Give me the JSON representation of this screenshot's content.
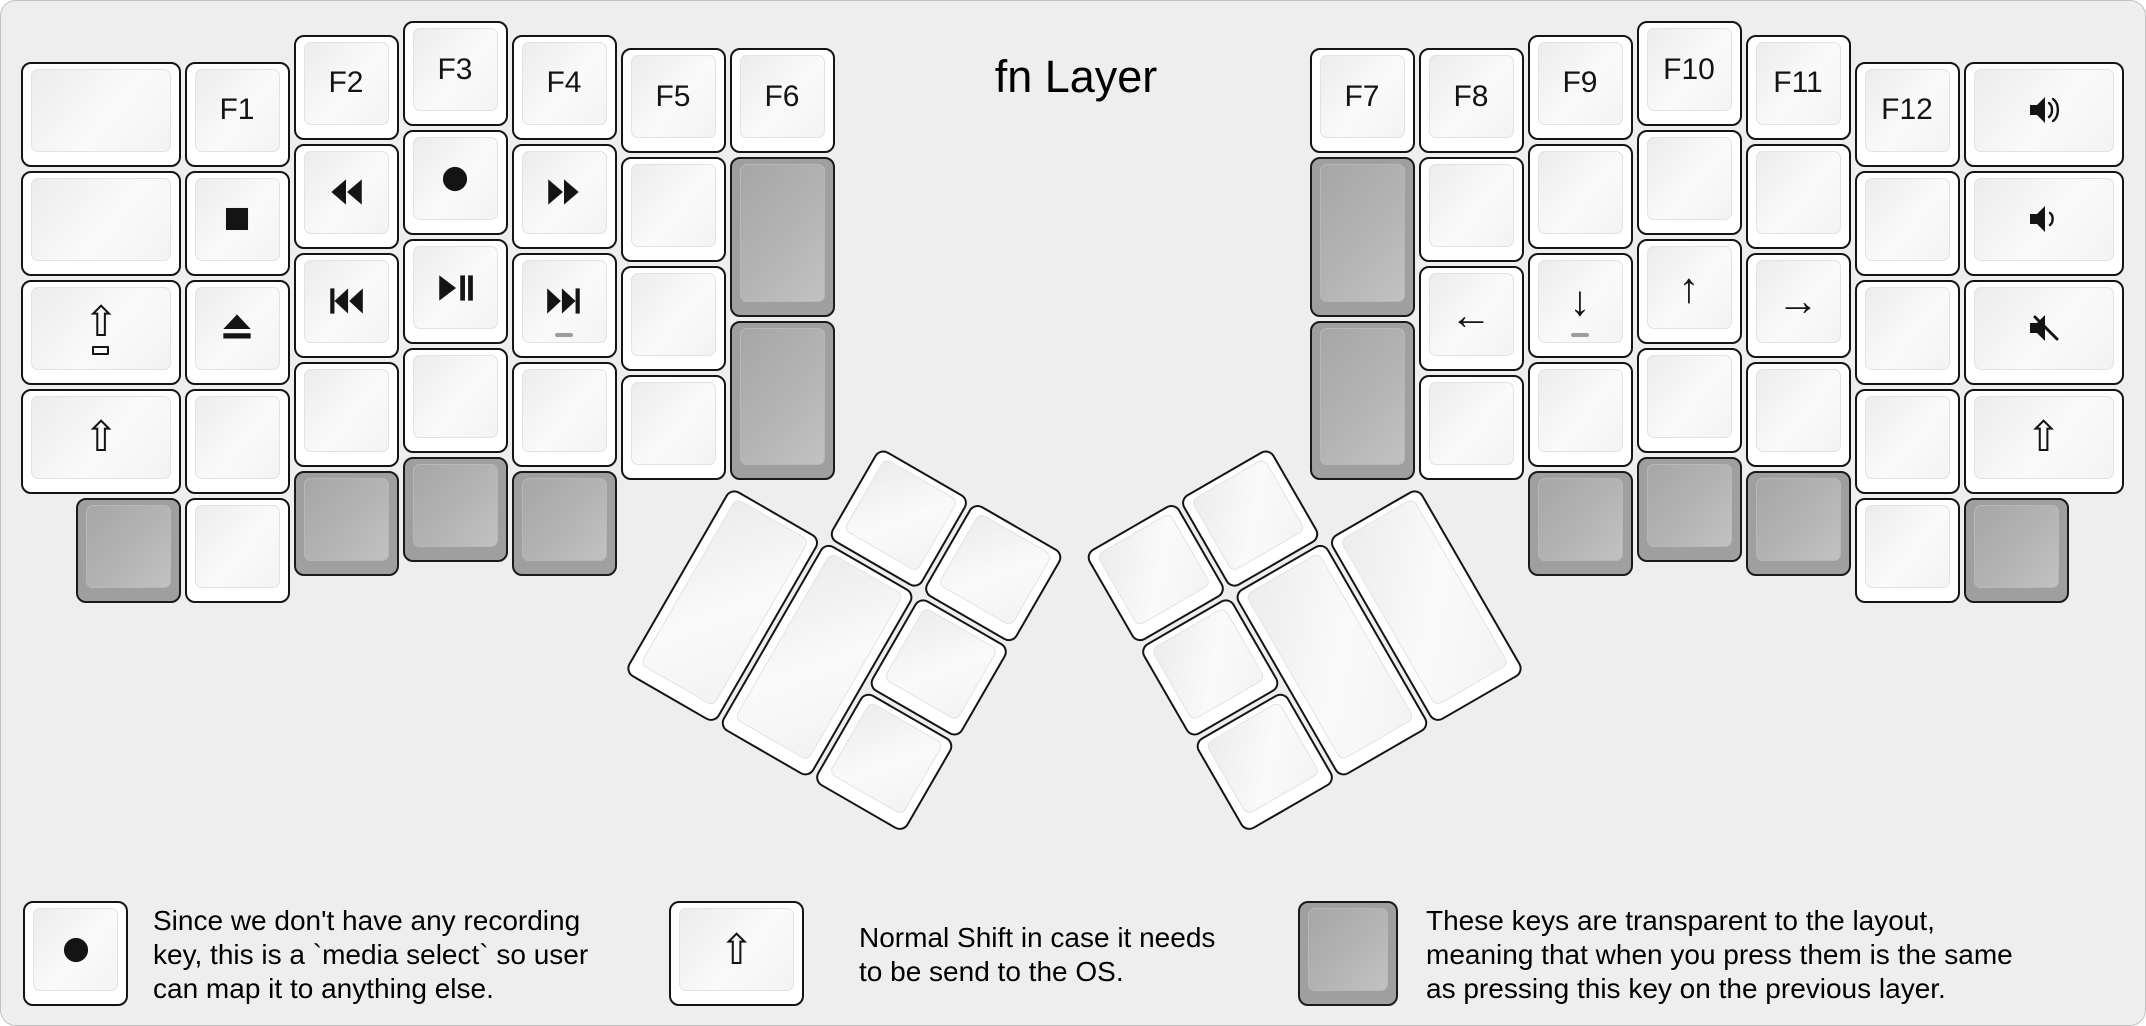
{
  "title": "fn Layer",
  "colors": {
    "background": "#eeeeee",
    "key_white": "#ffffff",
    "key_transparent_gray": "#a6a6a6",
    "key_border": "#141414",
    "text": "#000000"
  },
  "keyboard": {
    "keys": [
      {
        "id": "l-c0-r0",
        "color": "white"
      },
      {
        "id": "l-c0-r1",
        "color": "white"
      },
      {
        "id": "l-c0-r2",
        "icon": "shift-lock-icon",
        "color": "white"
      },
      {
        "id": "l-c0-r3",
        "icon": "shift-icon",
        "color": "white"
      },
      {
        "id": "l-c1-r0",
        "label": "F1",
        "color": "white"
      },
      {
        "id": "l-c1-r1",
        "icon": "stop-icon",
        "color": "white"
      },
      {
        "id": "l-c1-r2",
        "icon": "eject-icon",
        "color": "white"
      },
      {
        "id": "l-c1-r3",
        "color": "white"
      },
      {
        "id": "l-c2-r0",
        "label": "F2",
        "color": "white"
      },
      {
        "id": "l-c2-r1",
        "icon": "rewind-icon",
        "color": "white"
      },
      {
        "id": "l-c2-r2",
        "icon": "previous-track-icon",
        "color": "white"
      },
      {
        "id": "l-c2-r3",
        "color": "white"
      },
      {
        "id": "l-c3-r0",
        "label": "F3",
        "color": "white"
      },
      {
        "id": "l-c3-r1",
        "icon": "record-icon",
        "color": "white"
      },
      {
        "id": "l-c3-r2",
        "icon": "play-pause-icon",
        "color": "white"
      },
      {
        "id": "l-c3-r3",
        "color": "white"
      },
      {
        "id": "l-c4-r0",
        "label": "F4",
        "color": "white"
      },
      {
        "id": "l-c4-r1",
        "icon": "fast-forward-icon",
        "color": "white"
      },
      {
        "id": "l-c4-r2",
        "icon": "next-track-icon",
        "color": "white",
        "homing": true
      },
      {
        "id": "l-c4-r3",
        "color": "white"
      },
      {
        "id": "l-c5-r0",
        "label": "F5",
        "color": "white"
      },
      {
        "id": "l-c5-r1",
        "color": "white"
      },
      {
        "id": "l-c5-r2",
        "color": "white"
      },
      {
        "id": "l-c5-r3",
        "color": "white"
      },
      {
        "id": "l-c6-r0",
        "label": "F6",
        "color": "white"
      },
      {
        "id": "l-c6-g1",
        "color": "gray"
      },
      {
        "id": "l-c6-g2",
        "color": "gray"
      },
      {
        "id": "l-b0",
        "color": "gray"
      },
      {
        "id": "l-b1",
        "color": "white"
      },
      {
        "id": "l-b2",
        "color": "gray"
      },
      {
        "id": "l-b3",
        "color": "gray"
      },
      {
        "id": "l-b4",
        "color": "gray"
      },
      {
        "id": "r-c0-r0",
        "label": "F7",
        "color": "white"
      },
      {
        "id": "r-c0-g1",
        "color": "gray"
      },
      {
        "id": "r-c0-g2",
        "color": "gray"
      },
      {
        "id": "r-c1-r0",
        "label": "F8",
        "color": "white"
      },
      {
        "id": "r-c1-r1",
        "color": "white"
      },
      {
        "id": "r-c1-r2",
        "icon": "arrow-left-icon",
        "color": "white"
      },
      {
        "id": "r-c1-r3",
        "color": "white"
      },
      {
        "id": "r-c2-r0",
        "label": "F9",
        "color": "white"
      },
      {
        "id": "r-c2-r1",
        "color": "white"
      },
      {
        "id": "r-c2-r2",
        "icon": "arrow-down-icon",
        "color": "white",
        "homing": true
      },
      {
        "id": "r-c2-r3",
        "color": "white"
      },
      {
        "id": "r-c3-r0",
        "label": "F10",
        "color": "white"
      },
      {
        "id": "r-c3-r1",
        "color": "white"
      },
      {
        "id": "r-c3-r2",
        "icon": "arrow-up-icon",
        "color": "white"
      },
      {
        "id": "r-c3-r3",
        "color": "white"
      },
      {
        "id": "r-c4-r0",
        "label": "F11",
        "color": "white"
      },
      {
        "id": "r-c4-r1",
        "color": "white"
      },
      {
        "id": "r-c4-r2",
        "icon": "arrow-right-icon",
        "color": "white"
      },
      {
        "id": "r-c4-r3",
        "color": "white"
      },
      {
        "id": "r-c5-r0",
        "label": "F12",
        "color": "white"
      },
      {
        "id": "r-c5-r1",
        "color": "white"
      },
      {
        "id": "r-c5-r2",
        "color": "white"
      },
      {
        "id": "r-c5-r3",
        "color": "white"
      },
      {
        "id": "r-c6-r0",
        "icon": "volume-up-icon",
        "color": "white"
      },
      {
        "id": "r-c6-r1",
        "icon": "volume-down-icon",
        "color": "white"
      },
      {
        "id": "r-c6-r2",
        "icon": "mute-icon",
        "color": "white"
      },
      {
        "id": "r-c6-r3",
        "icon": "shift-icon",
        "color": "white"
      },
      {
        "id": "r-b0",
        "color": "gray"
      },
      {
        "id": "r-b1",
        "color": "gray"
      },
      {
        "id": "r-b2",
        "color": "gray"
      },
      {
        "id": "r-b3",
        "color": "white"
      },
      {
        "id": "r-b4",
        "color": "gray"
      }
    ],
    "thumb_keys": [
      {
        "id": "lt-1",
        "color": "white"
      },
      {
        "id": "lt-2",
        "color": "white"
      },
      {
        "id": "lt-3",
        "color": "white"
      },
      {
        "id": "lt-4",
        "color": "white"
      },
      {
        "id": "lt-5",
        "color": "white"
      },
      {
        "id": "lt-6",
        "color": "white"
      },
      {
        "id": "rt-1",
        "color": "white"
      },
      {
        "id": "rt-2",
        "color": "white"
      },
      {
        "id": "rt-3",
        "color": "white"
      },
      {
        "id": "rt-4",
        "color": "white"
      },
      {
        "id": "rt-5",
        "color": "white"
      },
      {
        "id": "rt-6",
        "color": "white"
      }
    ]
  },
  "legend": [
    {
      "key_icon": "record-icon",
      "key_color": "white",
      "lines": [
        "Since we don't have any recording",
        "key, this is a `media select` so user",
        "can map it to anything else."
      ]
    },
    {
      "key_icon": "shift-icon",
      "key_color": "white",
      "lines": [
        "Normal Shift in case it needs",
        "to be send to the OS."
      ]
    },
    {
      "key_icon": null,
      "key_color": "gray",
      "lines": [
        "These keys are transparent to the layout,",
        "meaning that when you press them is the same",
        "as pressing this key on the previous layer."
      ]
    }
  ]
}
